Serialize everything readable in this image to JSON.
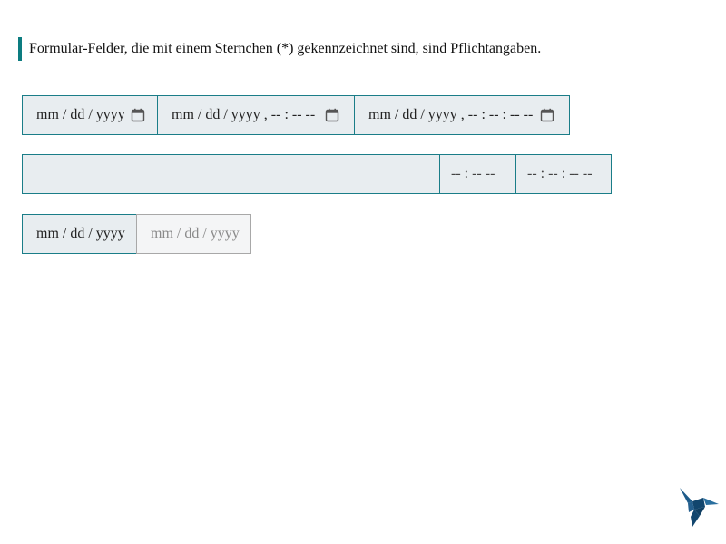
{
  "notice": {
    "text": "Formular-Felder, die mit einem Sternchen (*) gekennzeichnet sind, sind Pflichtangaben."
  },
  "row1": {
    "date": {
      "value": "mm / dd / yyyy",
      "icon": "calendar-icon"
    },
    "datetime": {
      "value": "mm / dd / yyyy ,  -- : --   --",
      "icon": "calendar-icon"
    },
    "datetime_seconds": {
      "value": "mm / dd / yyyy ,  -- : -- : --   --",
      "icon": "calendar-icon"
    }
  },
  "row2": {
    "blank1": {
      "value": ""
    },
    "blank2": {
      "value": ""
    },
    "time": {
      "value": "-- : --   --"
    },
    "time_seconds": {
      "value": "-- : -- : --   --"
    }
  },
  "row3": {
    "date": {
      "value": "mm / dd / yyyy"
    },
    "date_disabled": {
      "value": "mm / dd / yyyy"
    }
  },
  "colors": {
    "accent": "#0c7c80",
    "field_border": "#1a7d88",
    "field_bg": "#e8edf0",
    "logo": "#12466e"
  },
  "logo": {
    "icon": "hummingbird-logo-icon"
  }
}
